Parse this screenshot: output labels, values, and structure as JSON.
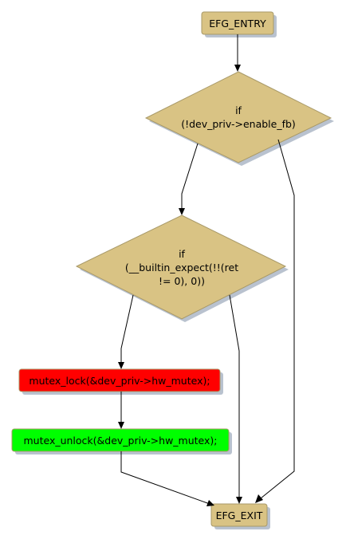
{
  "colors": {
    "node_fill": "#d9c384",
    "node_stroke": "#a89968",
    "lock_fill": "#ff0000",
    "unlock_fill": "#00ff00"
  },
  "nodes": {
    "entry": {
      "label": "EFG_ENTRY"
    },
    "cond1": {
      "label_lines": [
        "if",
        "(!dev_priv->enable_fb)"
      ]
    },
    "cond2": {
      "label_lines": [
        "if",
        "(__builtin_expect(!!(ret",
        "!= 0), 0))"
      ]
    },
    "lock": {
      "label": "mutex_lock(&dev_priv->hw_mutex);"
    },
    "unlock": {
      "label": "mutex_unlock(&dev_priv->hw_mutex);"
    },
    "exit": {
      "label": "EFG_EXIT"
    }
  }
}
